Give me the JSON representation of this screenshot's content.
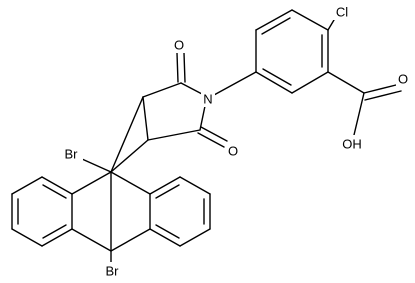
{
  "molecule": {
    "atoms": {
      "br_top": "Br",
      "br_bottom": "Br",
      "o_imide_top": "O",
      "o_imide_bottom": "O",
      "n_imide": "N",
      "cl": "Cl",
      "o_carbonyl": "O",
      "oh": "OH"
    }
  },
  "colors": {
    "bond": "#000000",
    "background": "#ffffff"
  }
}
